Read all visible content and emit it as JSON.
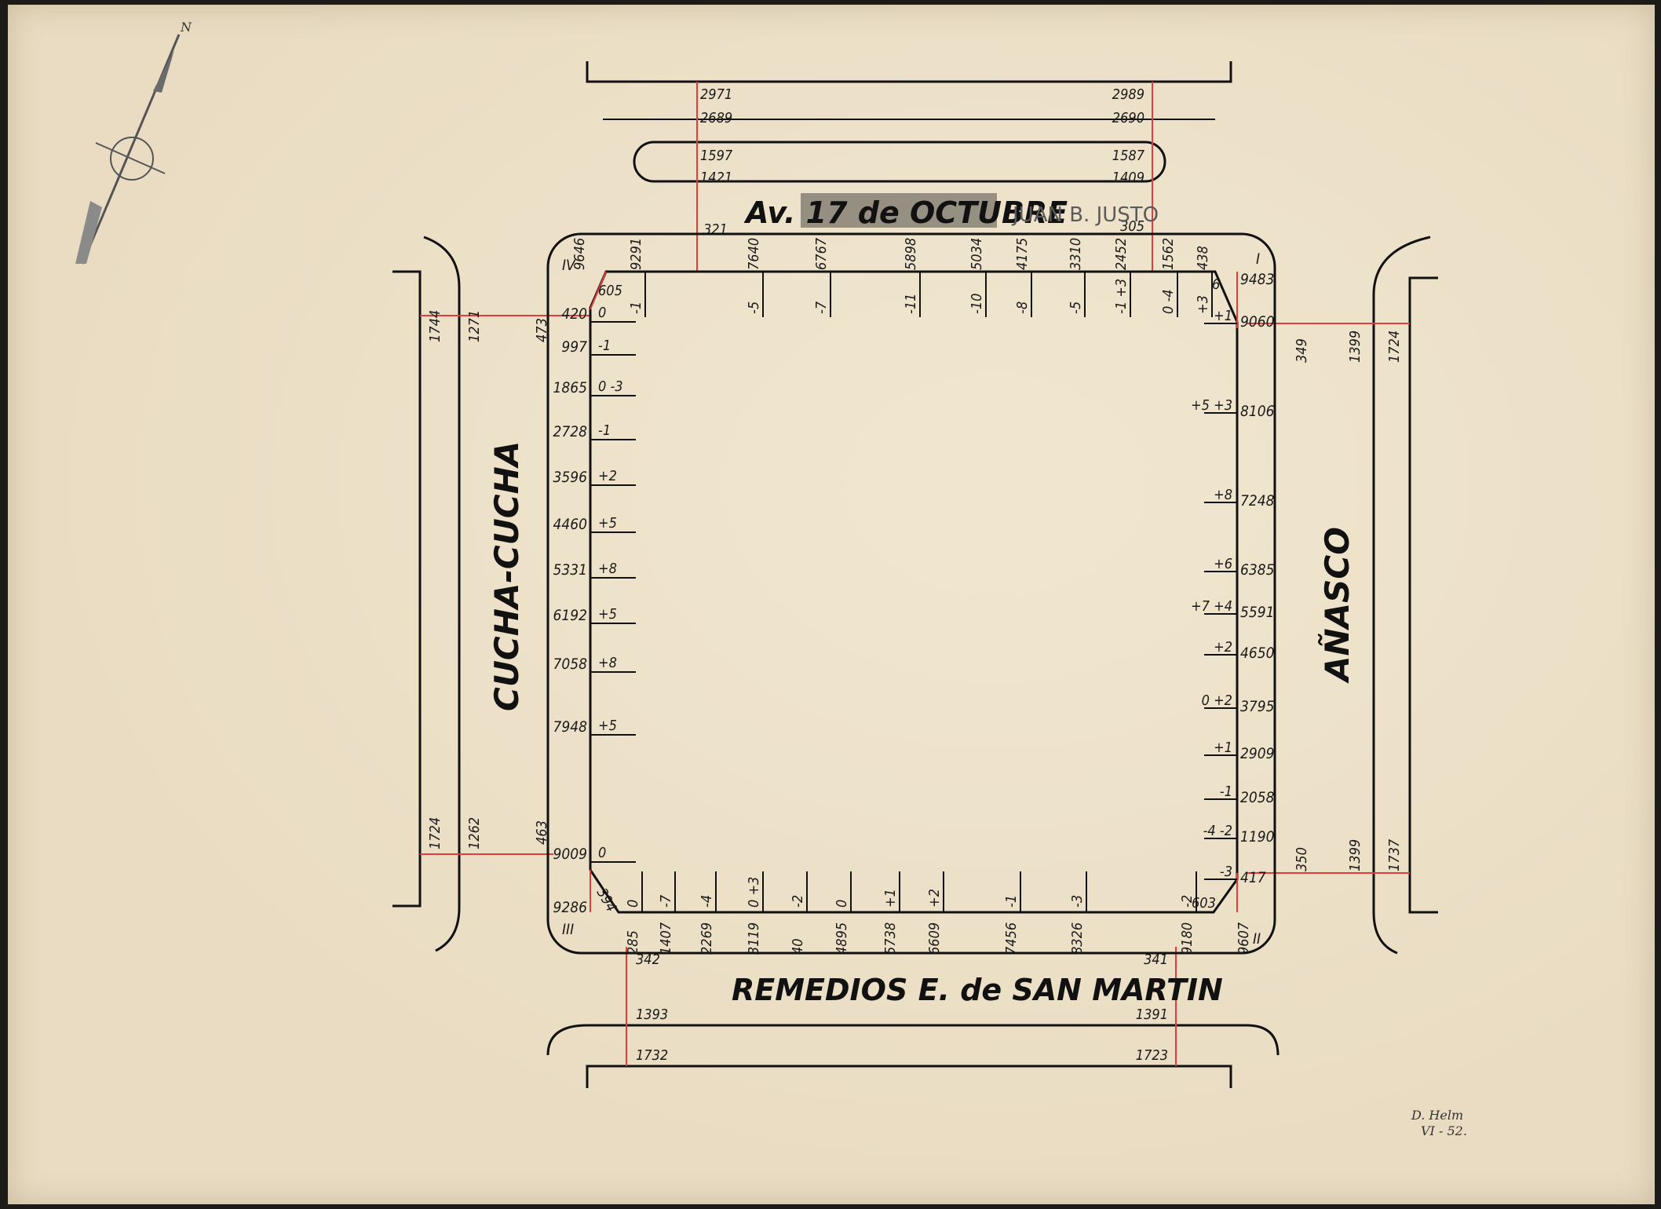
{
  "streets": {
    "north": "Av. 17 de OCTUBRE",
    "north_pencil": "JUAN B. JUSTO",
    "south": "REMEDIOS E. de SAN MARTIN",
    "west": "CUCHA-CUCHA",
    "east": "AÑASCO"
  },
  "corners": {
    "ne": {
      "roman": "I",
      "cut": "6"
    },
    "se": {
      "roman": "II",
      "cut": "603"
    },
    "sw": {
      "roman": "III",
      "cut": "394"
    },
    "nw": {
      "roman": "IV",
      "cut": "605"
    }
  },
  "north_profile": {
    "left": [
      "2971",
      "2689",
      "1597",
      "1421"
    ],
    "right": [
      "2989",
      "2690",
      "1587",
      "1409"
    ],
    "curb_left": "321",
    "curb_right": "305"
  },
  "south_profile": {
    "left": [
      "342",
      "1393",
      "1732"
    ],
    "right": [
      "341",
      "1391",
      "1723"
    ]
  },
  "west_profile": {
    "top": [
      "1744",
      "1271",
      "473"
    ],
    "bottom": [
      "1724",
      "1262",
      "463"
    ]
  },
  "east_profile": {
    "top": [
      "349",
      "1399",
      "1724"
    ],
    "bottom": [
      "350",
      "1399",
      "1737"
    ]
  },
  "north_side": [
    {
      "d": "9646",
      "v": ""
    },
    {
      "d": "9291",
      "v": "-1"
    },
    {
      "d": "7640",
      "v": "-5"
    },
    {
      "d": "6767",
      "v": "-7"
    },
    {
      "d": "5898",
      "v": "-11"
    },
    {
      "d": "5034",
      "v": "-10"
    },
    {
      "d": "4175",
      "v": "-8"
    },
    {
      "d": "3310",
      "v": "-5"
    },
    {
      "d": "2452",
      "v": "-1 +3"
    },
    {
      "d": "1562",
      "v": "0 -4"
    },
    {
      "d": "438",
      "v": "+3"
    }
  ],
  "south_side": [
    {
      "d": "285",
      "v": "0"
    },
    {
      "d": "1407",
      "v": "-7"
    },
    {
      "d": "2269",
      "v": "-4"
    },
    {
      "d": "3119",
      "v": "0 +3"
    },
    {
      "d": "40",
      "v": "-2"
    },
    {
      "d": "4895",
      "v": "0"
    },
    {
      "d": "5738",
      "v": "+1"
    },
    {
      "d": "6609",
      "v": "+2"
    },
    {
      "d": "7456",
      "v": "-1"
    },
    {
      "d": "8326",
      "v": "-3"
    },
    {
      "d": "9180",
      "v": "-2"
    },
    {
      "d": "9607",
      "v": ""
    }
  ],
  "west_side": [
    {
      "d": "420",
      "v": "0"
    },
    {
      "d": "997",
      "v": "-1"
    },
    {
      "d": "1865",
      "v": "0 -3"
    },
    {
      "d": "2728",
      "v": "-1"
    },
    {
      "d": "3596",
      "v": "+2"
    },
    {
      "d": "4460",
      "v": "+5"
    },
    {
      "d": "5331",
      "v": "+8"
    },
    {
      "d": "6192",
      "v": "+5"
    },
    {
      "d": "7058",
      "v": "+8"
    },
    {
      "d": "7948",
      "v": "+5"
    },
    {
      "d": "9009",
      "v": "0"
    },
    {
      "d": "9286",
      "v": ""
    }
  ],
  "east_side": [
    {
      "d": "9483",
      "v": ""
    },
    {
      "d": "9060",
      "v": "+1"
    },
    {
      "d": "8106",
      "v": "+5 +3"
    },
    {
      "d": "7248",
      "v": "+8"
    },
    {
      "d": "6385",
      "v": "+6"
    },
    {
      "d": "5591",
      "v": "+7 +4"
    },
    {
      "d": "4650",
      "v": "+2"
    },
    {
      "d": "3795",
      "v": "0 +2"
    },
    {
      "d": "2909",
      "v": "+1"
    },
    {
      "d": "2058",
      "v": "-1"
    },
    {
      "d": "1190",
      "v": "-4 -2"
    },
    {
      "d": "417",
      "v": "-3"
    }
  ],
  "signature": {
    "name": "D. Helm",
    "date": "VI - 52."
  },
  "compass": {
    "label": "N"
  }
}
